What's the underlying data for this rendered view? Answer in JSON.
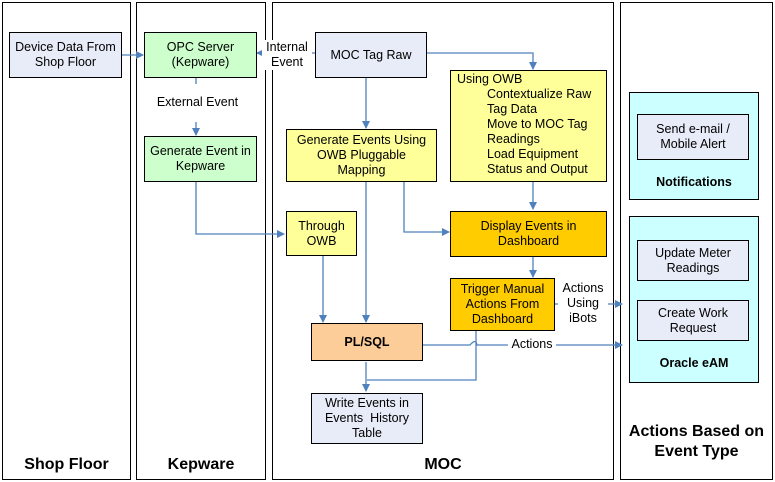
{
  "lanes": {
    "shop_floor": {
      "title": "Shop Floor"
    },
    "kepware": {
      "title": "Kepware"
    },
    "moc": {
      "title": "MOC"
    },
    "actions": {
      "title_line1": "Actions Based on",
      "title_line2": "Event Type"
    }
  },
  "nodes": {
    "device_data": {
      "line1": "Device Data From",
      "line2": "Shop Floor"
    },
    "opc_server": {
      "line1": "OPC Server",
      "line2": "(Kepware)"
    },
    "generate_event_kepware": {
      "line1": "Generate Event in",
      "line2": "Kepware"
    },
    "moc_tag_raw": {
      "line1": "MOC Tag Raw"
    },
    "using_owb": {
      "heading": "Using OWB",
      "items": [
        "Contextualize Raw",
        "Tag Data",
        "Move to MOC Tag",
        "Readings",
        "Load Equipment",
        "Status and Output"
      ]
    },
    "generate_events_owb": {
      "line1": "Generate Events Using",
      "line2": "OWB Pluggable",
      "line3": "Mapping"
    },
    "through_owb": {
      "line1": "Through",
      "line2": "OWB"
    },
    "display_events": {
      "line1": "Display Events in",
      "line2": "Dashboard"
    },
    "trigger_manual": {
      "line1": "Trigger Manual",
      "line2": "Actions From",
      "line3": "Dashboard"
    },
    "plsql": {
      "line1": "PL/SQL"
    },
    "write_events": {
      "line1": "Write Events in",
      "line2": "Events  History",
      "line3": "Table"
    },
    "send_email": {
      "line1": "Send e-mail /",
      "line2": "Mobile Alert"
    },
    "update_meter": {
      "line1": "Update Meter",
      "line2": "Readings"
    },
    "create_work": {
      "line1": "Create Work",
      "line2": "Request"
    }
  },
  "groups": {
    "notifications": {
      "title": "Notifications"
    },
    "oracle_eam": {
      "title": "Oracle eAM"
    }
  },
  "edge_labels": {
    "internal_event_1": "Internal",
    "internal_event_2": "Event",
    "external_event": "External Event",
    "actions_ibots_1": "Actions",
    "actions_ibots_2": "Using",
    "actions_ibots_3": "iBots",
    "actions": "Actions"
  },
  "colors": {
    "arrow": "#4f81bd",
    "blue_box": "#e8ecf8",
    "green_box": "#ccffcc",
    "yellow_box": "#ffff99",
    "orange_box": "#ffcc00",
    "peach_box": "#fccc99",
    "cyan_group": "#ccffff"
  }
}
